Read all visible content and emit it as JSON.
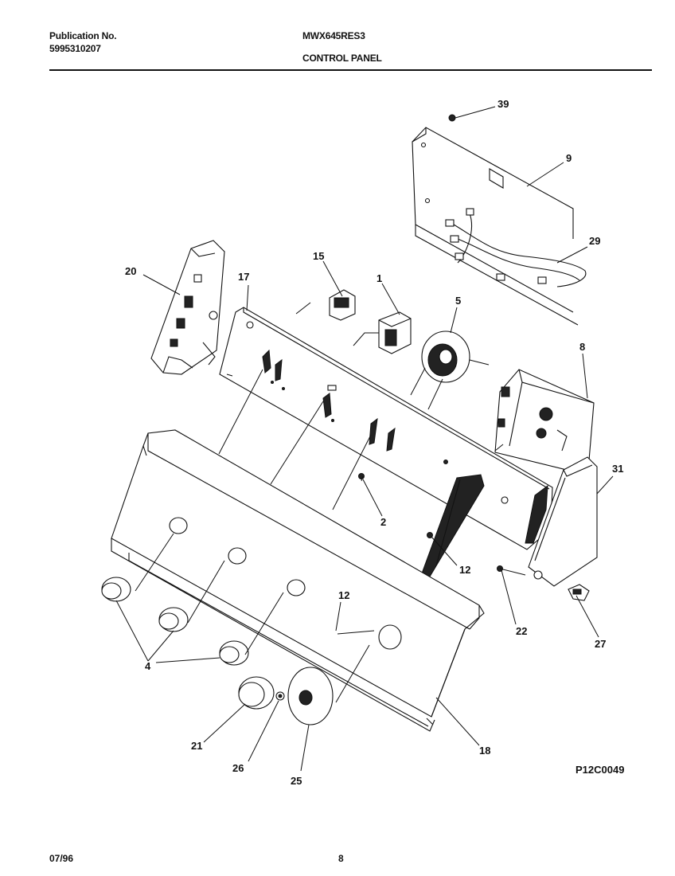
{
  "header": {
    "publication_label": "Publication No.",
    "publication_number": "5995310207",
    "model": "MWX645RES3",
    "section_title": "CONTROL PANEL"
  },
  "diagram_code": "P12C0049",
  "callouts": {
    "c39": "39",
    "c9": "9",
    "c29": "29",
    "c20": "20",
    "c15": "15",
    "c17": "17",
    "c1": "1",
    "c5": "5",
    "c8": "8",
    "c31": "31",
    "c2": "2",
    "c12a": "12",
    "c12b": "12",
    "c22": "22",
    "c27": "27",
    "c4": "4",
    "c21": "21",
    "c26": "26",
    "c25": "25",
    "c18": "18"
  },
  "footer": {
    "date": "07/96",
    "page": "8"
  }
}
